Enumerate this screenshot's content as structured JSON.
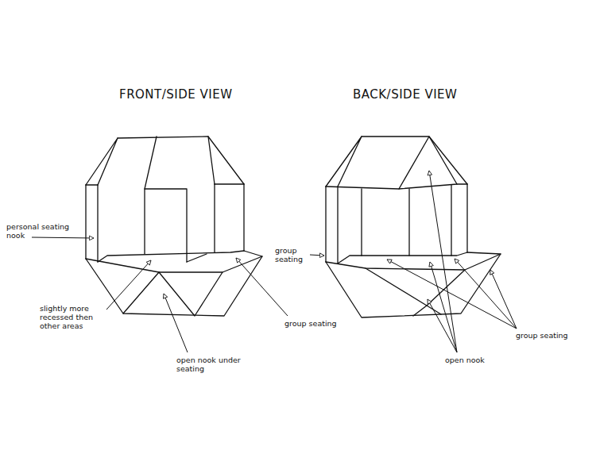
{
  "diagram": {
    "labels": [
      "FRONT/SIDE VIEW",
      "BACK/SIDE VIEW",
      "personal seating nook",
      "group seating",
      "slightly more recessed then other areas",
      "group seating",
      "group seating",
      "open nook under seating",
      "open nook"
    ]
  }
}
